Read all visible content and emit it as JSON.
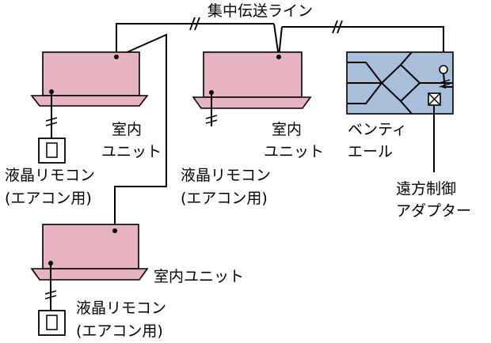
{
  "title": "集中伝送ライン",
  "indoor_unit_label_line1": "室内",
  "indoor_unit_label_line2": "ユニット",
  "indoor_unit_label_inline": "室内ユニット",
  "remote_label_line1": "液晶リモコン",
  "remote_label_line2": "(エアコン用)",
  "ventilation_label_line1": "ベンティ",
  "ventilation_label_line2": "エール",
  "remote_adapter_line1": "遠方制御",
  "remote_adapter_line2": "アダプター",
  "colors": {
    "indoor_unit_fill": "#e7b3c1",
    "ventilation_fill": "#a8bfd9",
    "line": "#000000"
  },
  "icons": {
    "line_break": "double-slash",
    "remote_adapter": "x-box",
    "connector": "open-circle"
  }
}
